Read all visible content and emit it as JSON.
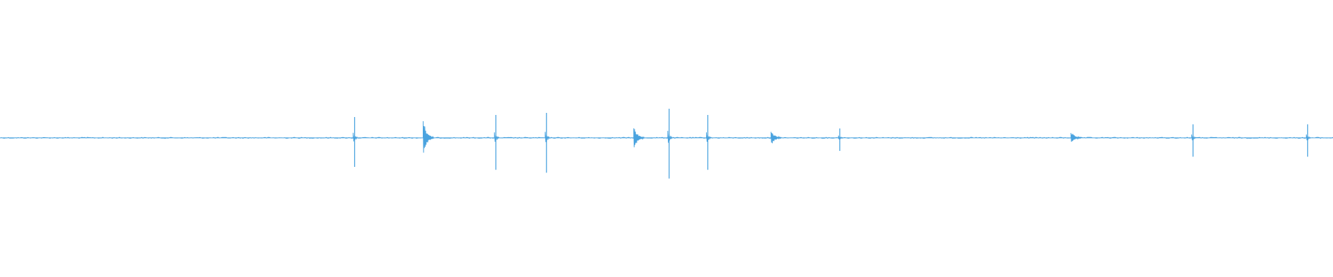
{
  "waveform": {
    "color": "#4aa3df",
    "background": "#ffffff",
    "baseline_amplitude": 0.004,
    "spikes": [
      {
        "time": 0.266,
        "amplitude": 0.2,
        "shape": "impulse"
      },
      {
        "time": 0.319,
        "amplitude": 0.14,
        "shape": "burst"
      },
      {
        "time": 0.372,
        "amplitude": 0.22,
        "shape": "impulse"
      },
      {
        "time": 0.41,
        "amplitude": 0.24,
        "shape": "impulse"
      },
      {
        "time": 0.477,
        "amplitude": 0.09,
        "shape": "burst"
      },
      {
        "time": 0.502,
        "amplitude": 0.28,
        "shape": "impulse"
      },
      {
        "time": 0.531,
        "amplitude": 0.22,
        "shape": "impulse"
      },
      {
        "time": 0.58,
        "amplitude": 0.06,
        "shape": "burst"
      },
      {
        "time": 0.63,
        "amplitude": 0.09,
        "shape": "impulse"
      },
      {
        "time": 0.805,
        "amplitude": 0.05,
        "shape": "burst"
      },
      {
        "time": 0.895,
        "amplitude": 0.13,
        "shape": "impulse"
      },
      {
        "time": 0.981,
        "amplitude": 0.13,
        "shape": "impulse"
      }
    ]
  }
}
